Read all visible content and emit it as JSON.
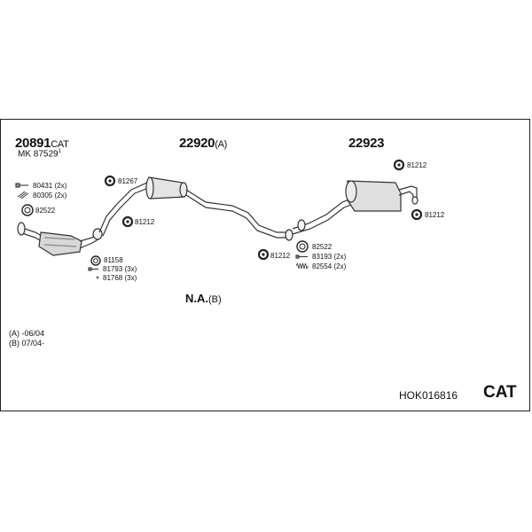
{
  "parts": {
    "cat_main": {
      "num": "20891",
      "suffix": "CAT"
    },
    "mk": {
      "prefix": "MK",
      "num": "87529",
      "sup": "1"
    },
    "center_pipe": {
      "num": "22920",
      "suffix": "(A)"
    },
    "rear_silencer": {
      "num": "22923"
    },
    "p80431": "80431 (2x)",
    "p80305": "80305 (2x)",
    "p82522a": "82522",
    "p81267": "81267",
    "p81212a": "81212",
    "p81158": "81158",
    "p81793": "81793 (3x)",
    "p81768": "81768 (3x)",
    "p81212b": "81212",
    "p82522b": "82522",
    "p83193": "83193 (2x)",
    "p82554": "82554 (2x)",
    "p81212c": "81212",
    "p81212d": "81212",
    "na": {
      "text": "N.A.",
      "suffix": "(B)"
    }
  },
  "notes": {
    "a": "(A) -06/04",
    "b": "(B) 07/04-"
  },
  "footer": {
    "code": "HOK016816",
    "cat": "CAT"
  }
}
